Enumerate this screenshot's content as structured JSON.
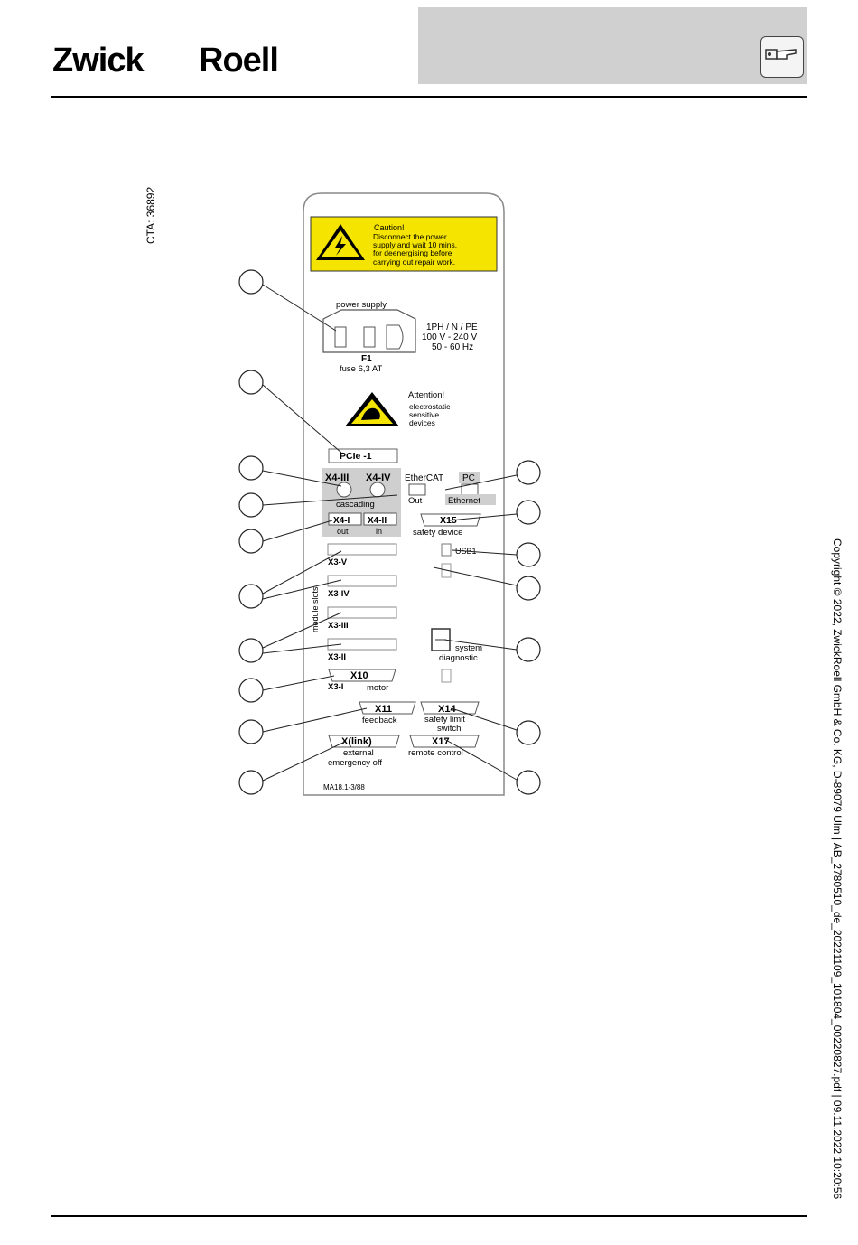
{
  "header": {
    "logo_part1": "Zwick",
    "logo_part2": "Roell",
    "manual_icon": "operating-manual-icon"
  },
  "cta": "CTA: 36892",
  "panel": {
    "caution_title": "Caution!",
    "caution_lines": [
      "Disconnect the power",
      "supply and wait 10 mins.",
      "for deenergising before",
      "carrying out repair work."
    ],
    "power_supply": "power supply",
    "voltage_lines": [
      "1PH / N / PE",
      "100 V - 240 V",
      "50 - 60 Hz"
    ],
    "fuse_id": "F1",
    "fuse_desc": "fuse 6,3 AT",
    "attention_title": "Attention!",
    "attention_lines": [
      "electrostatic",
      "sensitive",
      "devices"
    ],
    "pcie": "PCIe -1",
    "x4_iii": "X4-III",
    "x4_iv": "X4-IV",
    "cascading": "cascading",
    "ethercat": "EtherCAT",
    "ethercat_out": "Out",
    "pc": "PC",
    "ethernet": "Ethernet",
    "x4_i": "X4-I",
    "x4_ii": "X4-II",
    "out": "out",
    "in": "in",
    "x15": "X15",
    "safety_device": "safety device",
    "usb1": "USB1",
    "module_slots": "module slots",
    "x3_v": "X3-V",
    "x3_iv": "X3-IV",
    "x3_iii": "X3-III",
    "x3_ii": "X3-II",
    "x3_i": "X3-I",
    "x10": "X10",
    "motor": "motor",
    "system": "system",
    "diagnostic": "diagnostic",
    "x11": "X11",
    "feedback": "feedback",
    "x14": "X14",
    "safety_limit_1": "safety limit",
    "safety_limit_2": "switch",
    "xlink": "X(link)",
    "external": "external",
    "emergency_off": "emergency off",
    "x17": "X17",
    "remote_control": "remote control",
    "part_no": "MA18.1-3/88"
  },
  "copyright": "Copyright © 2022, ZwickRoell GmbH & Co. KG, D-89079 Ulm | AB_2780510_de_20221109_101804_00220827.pdf | 09.11.2022 10:20:56",
  "colors": {
    "logo_red": "#e30613",
    "caution_yellow": "#f5e400",
    "panel_gray": "#cfcfcf"
  }
}
